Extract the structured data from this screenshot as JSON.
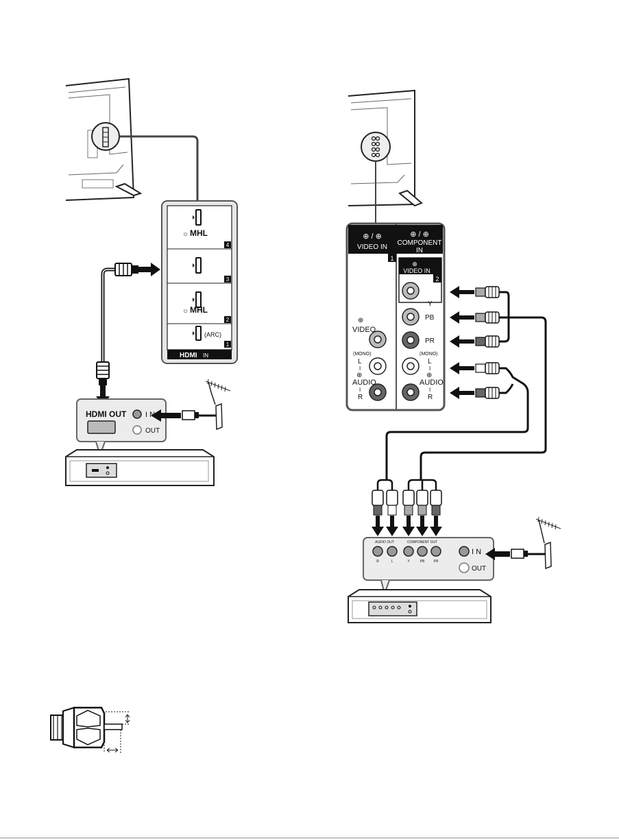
{
  "hdmi_panel": {
    "mhl_1": "MHL",
    "mhl_2": "MHL",
    "arc": "(ARC)",
    "port_numbers": [
      "4",
      "3",
      "2",
      "1"
    ],
    "brand": "HDMI",
    "in": "IN"
  },
  "hdmi_device": {
    "hdmi_out": "HDMI OUT",
    "in": "I N",
    "out": "OUT"
  },
  "av_panel": {
    "video_in_1": "VIDEO IN",
    "component_in": "COMPONENT",
    "component_in_2": "IN",
    "badge_1": "1",
    "video_in_2": "VIDEO IN",
    "badge_2": "2",
    "y": "Y",
    "pb": "PB",
    "pr": "PR",
    "video": "VIDEO",
    "mono_left": "(MONO)",
    "l_left": "L",
    "i_left": "I",
    "audio_left": "AUDIO",
    "i2_left": "I",
    "r_left": "R",
    "mono_right": "(MONO)",
    "l_right": "L",
    "i_right": "I",
    "audio_right": "AUDIO",
    "i2_right": "I",
    "r_right": "R"
  },
  "component_device": {
    "audio_out": "AUDIO OUT",
    "component_out": "COMPONENT OUT",
    "port_labels": [
      "R",
      "L",
      "Y",
      "PB",
      "PR"
    ],
    "in": "I N",
    "out": "OUT"
  }
}
